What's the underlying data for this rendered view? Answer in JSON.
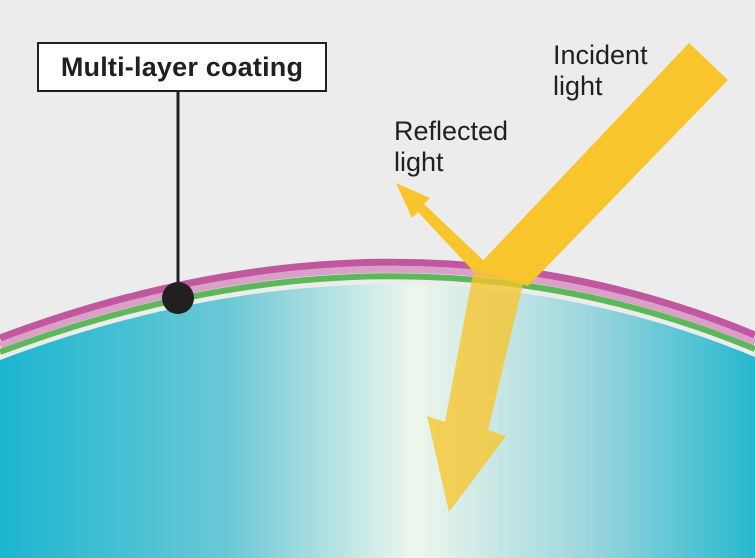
{
  "diagram": {
    "coating_label": "Multi-layer coating",
    "incident_label": [
      "Incident",
      "light"
    ],
    "reflected_label": [
      "Reflected",
      "light"
    ]
  },
  "colors": {
    "background": "#ececec",
    "lens_edge": "#1cb5cf",
    "lens_center": "#f3f7ec",
    "coating_magenta": "#c0579f",
    "coating_pink": "#d9a0c8",
    "coating_green": "#5cb85a",
    "light_beam": "#f8c52c",
    "label_border": "#231f20"
  },
  "icons": [
    "reflected-arrow-icon",
    "refracted-arrow-icon",
    "coating-marker-dot"
  ]
}
